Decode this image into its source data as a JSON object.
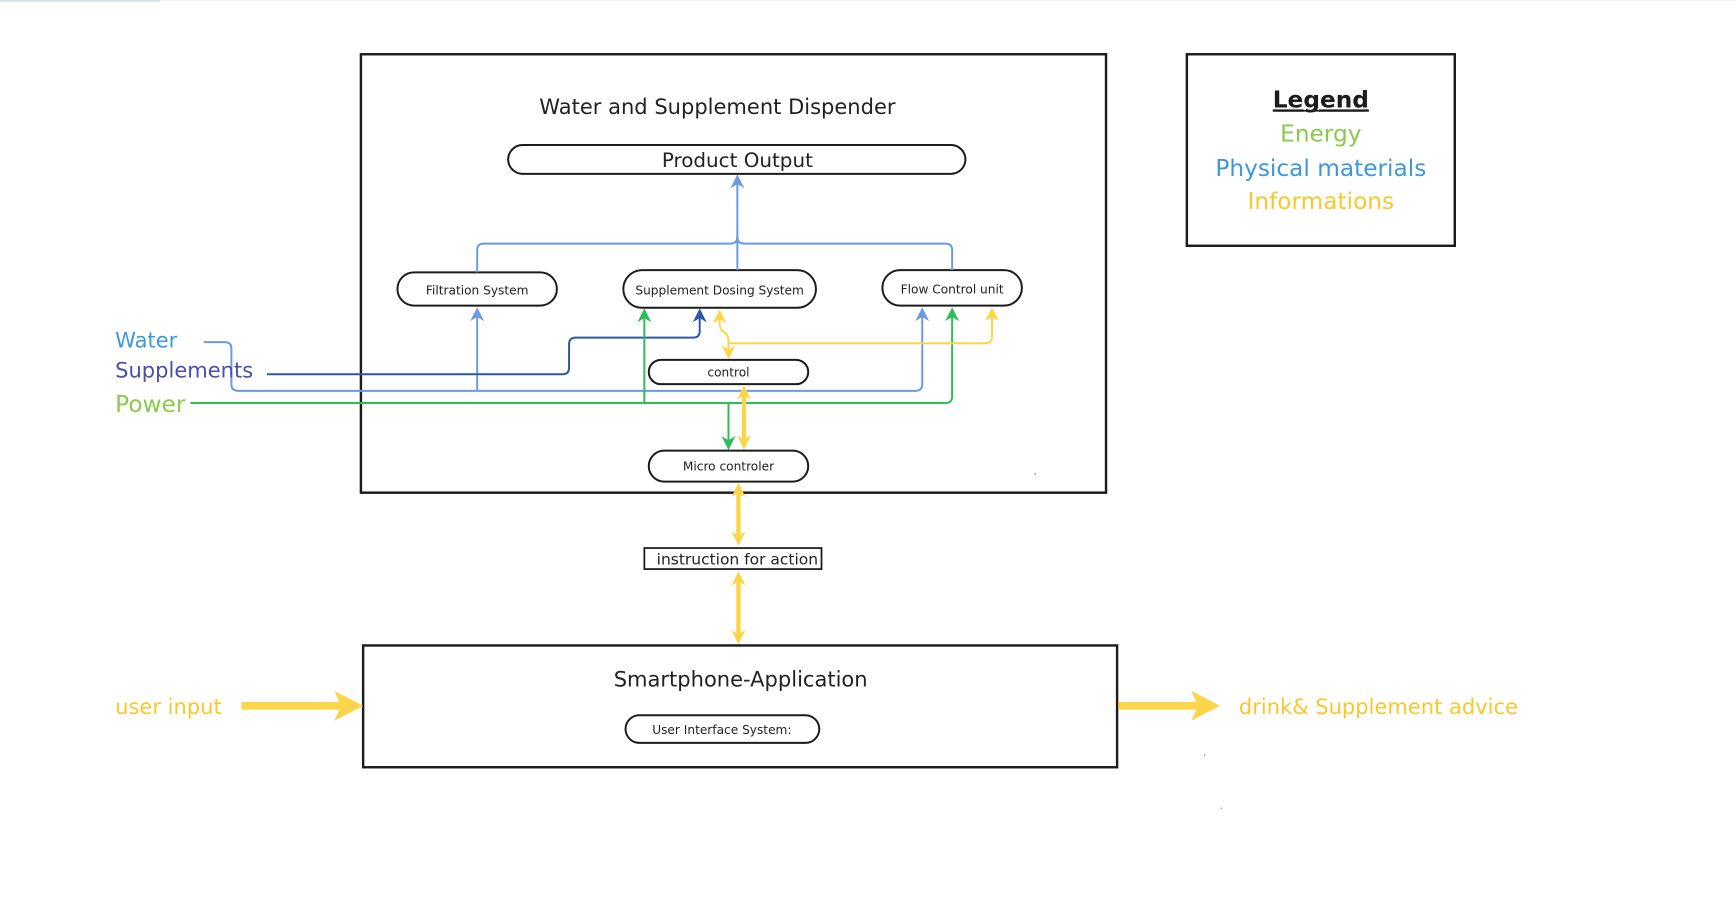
{
  "diagram": {
    "title": "Water and Supplement Dispender",
    "product_output": "Product Output",
    "subsystems": [
      {
        "id": "filtration",
        "label": "Filtration System"
      },
      {
        "id": "dosing",
        "label": "Supplement Dosing System"
      },
      {
        "id": "flow",
        "label": "Flow Control unit"
      }
    ],
    "control": "control",
    "microcontroller": "Micro controler",
    "instruction": "instruction for action",
    "smartphone_app": "Smartphone-Application",
    "user_interface": "User Interface System:",
    "inputs": {
      "water": "Water",
      "supplements": "Supplements",
      "power": "Power",
      "user_input": "user input"
    },
    "output_advice": "drink& Supplement advice"
  },
  "legend": {
    "title": "Legend",
    "items": [
      {
        "label": "Energy",
        "color": "#8bc94e"
      },
      {
        "label": "Physical materials",
        "color": "#3d97dc"
      },
      {
        "label": "Informations",
        "color": "#f8c72d"
      }
    ]
  },
  "colors": {
    "water_line": "#6a9be0",
    "supplement_line": "#2f57a3",
    "power_line": "#2dbf57",
    "info_line": "#fcd64a",
    "water_label": "#3d97dc",
    "supplements_label": "#4a4fa6",
    "power_label": "#8bc94e",
    "info_label": "#f8c72d"
  }
}
